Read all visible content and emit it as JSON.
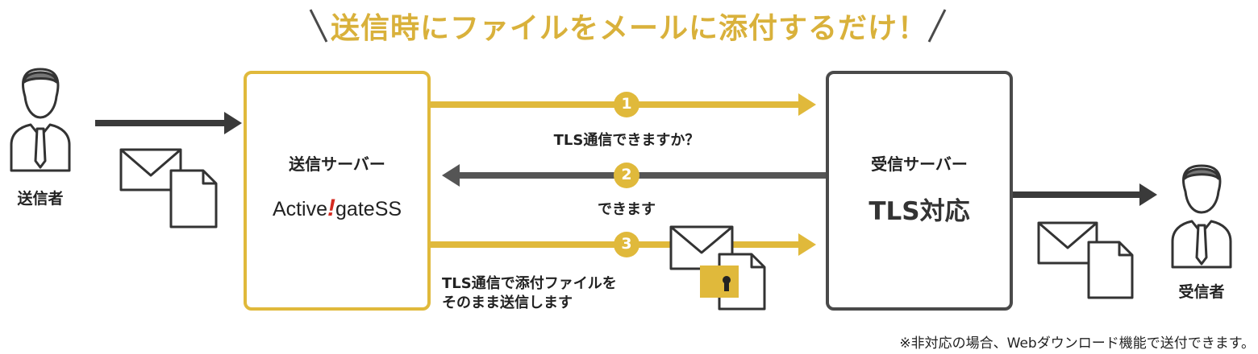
{
  "headline": "送信時にファイルをメールに添付するだけ！",
  "sender": {
    "label": "送信者"
  },
  "receiver": {
    "label": "受信者"
  },
  "send_server": {
    "title": "送信サーバー",
    "logo_left": "Active",
    "logo_right": "gateSS",
    "logo_mark": "!"
  },
  "recv_server": {
    "title": "受信サーバー",
    "subtitle": "TLS対応"
  },
  "steps": [
    {
      "num": "1",
      "text": "TLS通信できますか？"
    },
    {
      "num": "2",
      "text": "できます"
    },
    {
      "num": "3",
      "text_line1": "TLS通信で添付ファイルを",
      "text_line2": "そのまま送信します"
    }
  ],
  "footnote": "※非対応の場合、Webダウンロード機能で送付できます。",
  "colors": {
    "gold": "#e0b93b",
    "gray": "#4a4a4a"
  }
}
